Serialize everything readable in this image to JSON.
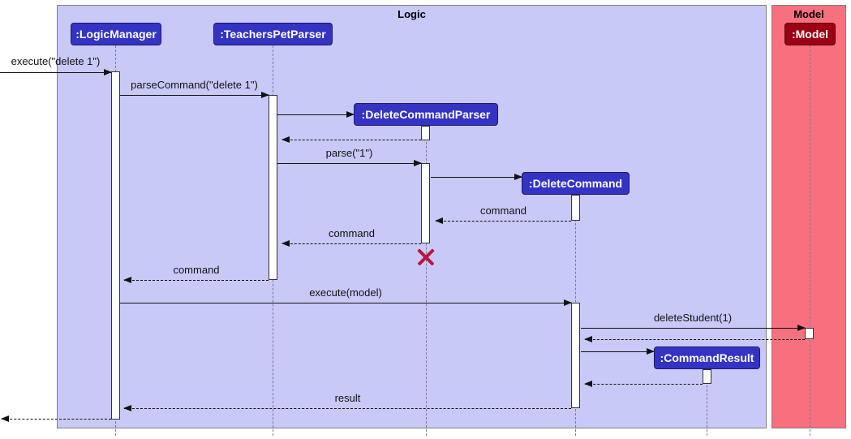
{
  "frames": [
    {
      "label": "Logic",
      "fill": "#C9C9F8"
    },
    {
      "label": "Model",
      "fill": "#F8707E"
    }
  ],
  "participants": [
    {
      "label": ":LogicManager",
      "fill": "#3333C4"
    },
    {
      "label": ":TeachersPetParser",
      "fill": "#3333C4"
    },
    {
      "label": ":DeleteCommandParser",
      "fill": "#3333C4"
    },
    {
      "label": ":DeleteCommand",
      "fill": "#3333C4"
    },
    {
      "label": ":CommandResult",
      "fill": "#3333C4"
    },
    {
      "label": ":Model",
      "fill": "#9D0012"
    }
  ],
  "messages": [
    {
      "label": "execute(\"delete 1\")",
      "type": "sync"
    },
    {
      "label": "parseCommand(\"delete 1\")",
      "type": "sync"
    },
    {
      "label": "",
      "type": "create"
    },
    {
      "label": "",
      "type": "return"
    },
    {
      "label": "parse(\"1\")",
      "type": "sync"
    },
    {
      "label": "",
      "type": "create"
    },
    {
      "label": "command",
      "type": "return"
    },
    {
      "label": "command",
      "type": "return"
    },
    {
      "label": "command",
      "type": "return"
    },
    {
      "label": "execute(model)",
      "type": "sync"
    },
    {
      "label": "deleteStudent(1)",
      "type": "sync"
    },
    {
      "label": "",
      "type": "return"
    },
    {
      "label": "",
      "type": "create"
    },
    {
      "label": "",
      "type": "return"
    },
    {
      "label": "result",
      "type": "return"
    },
    {
      "label": "",
      "type": "return"
    }
  ],
  "colors": {
    "logic_frame_fill": "#C9C9F8",
    "model_frame_fill": "#F8707E",
    "logic_component_fill": "#3333C4",
    "model_component_fill": "#9D0012",
    "activation_fill": "#FFFFFF",
    "arrow": "#111111",
    "destroy_x": "#B5183F",
    "lifeline": "#7A7A94"
  }
}
